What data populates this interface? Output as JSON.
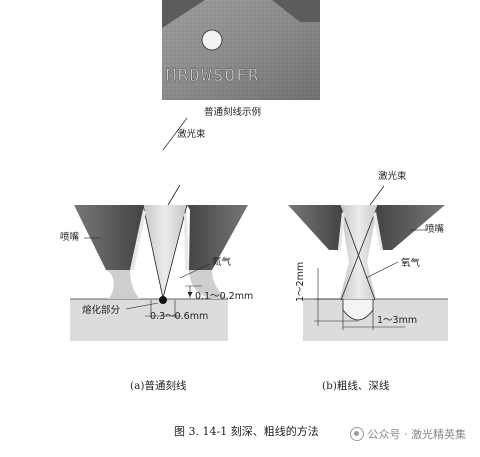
{
  "photo": {
    "engraved_text": "MRDWSOFR",
    "caption": "普通刻线示例",
    "beam_label": "激光束"
  },
  "panel_a": {
    "nozzle_label": "喷嘴",
    "gas_label": "氮气",
    "gap_label": "0.1～0.2mm",
    "melt_label": "熔化部分",
    "width_label": "0.3～0.6mm",
    "caption": "(a)普通刻线"
  },
  "panel_b": {
    "beam_label": "激光束",
    "nozzle_label": "喷嘴",
    "gas_label": "氧气",
    "depth_label": "1～2mm",
    "width_label": "1～3mm",
    "caption": "(b)粗线、深线"
  },
  "figure_caption": "图 3. 14-1    刻深、粗线的方法",
  "watermark": "公众号 · 激光精英集",
  "colors": {
    "nozzle": "#5a5a5a",
    "beam": "#d4d4d4",
    "workpiece": "#dcdcdc",
    "ink": "#111111"
  }
}
